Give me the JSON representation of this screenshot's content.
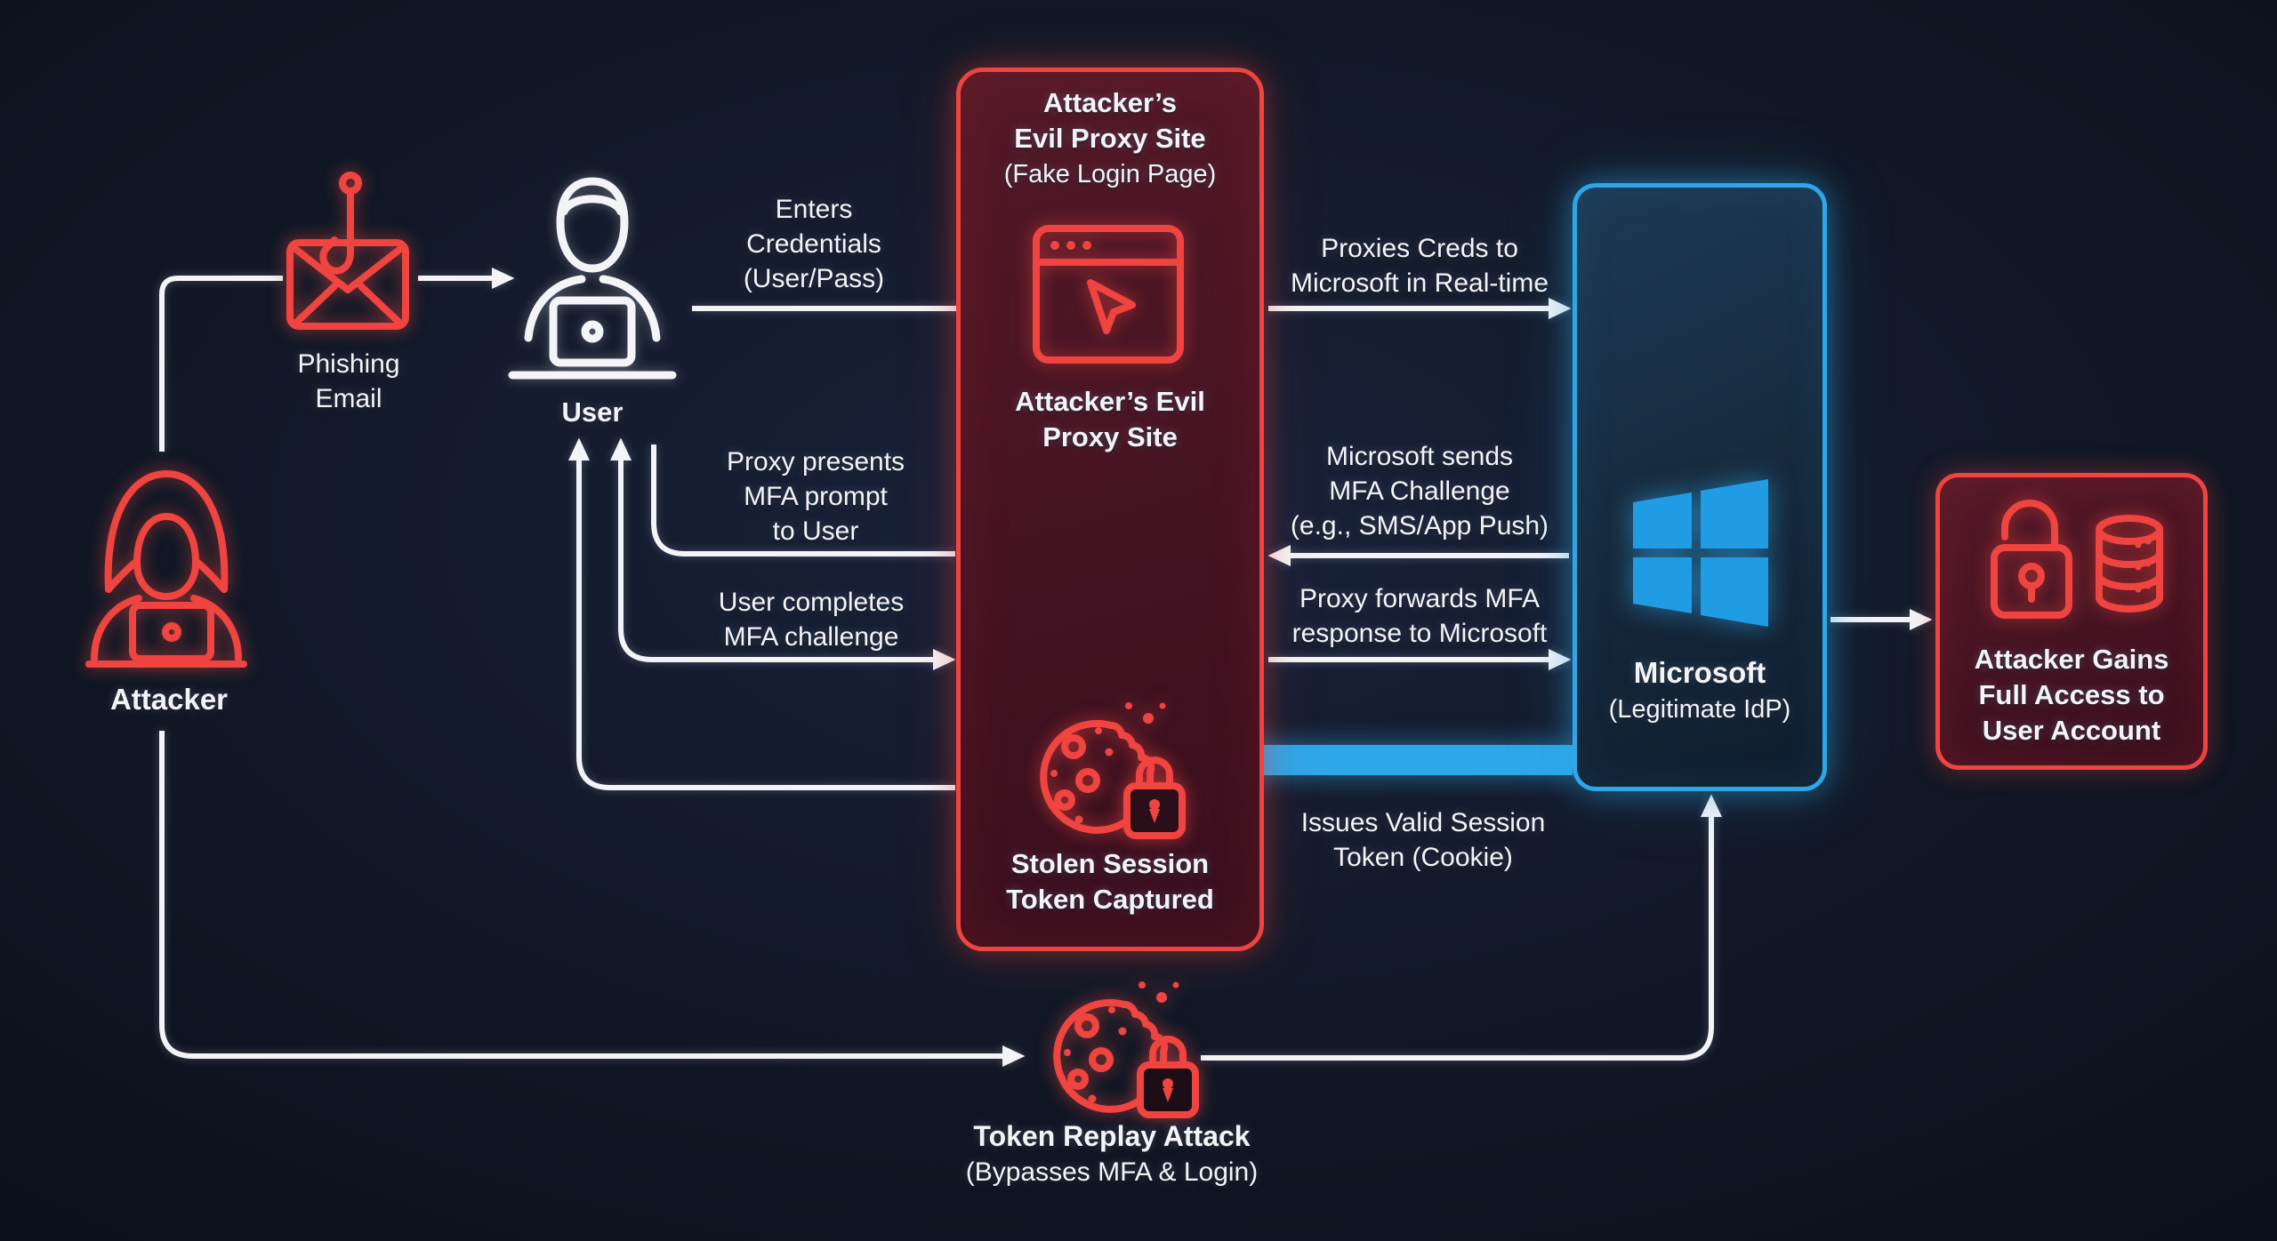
{
  "colors": {
    "bg": "#121826",
    "red": "#ef4440",
    "blue": "#2ea7e8",
    "white": "#f2f4f8",
    "win_blue": "#1f9ce4",
    "proxy_fill": "#33121f",
    "ms_fill": "#16293c"
  },
  "nodes": {
    "attacker": {
      "label": "Attacker"
    },
    "phishing_email": {
      "lines": [
        "Phishing",
        "Email"
      ]
    },
    "user": {
      "label": "User"
    },
    "evil_proxy": {
      "title_lines": [
        "Attacker’s",
        "Evil Proxy Site",
        "(Fake Login Page)"
      ],
      "site_lines": [
        "Attacker’s Evil",
        "Proxy Site"
      ],
      "token_lines": [
        "Stolen Session",
        "Token Captured"
      ]
    },
    "microsoft": {
      "name": "Microsoft",
      "subtitle": "(Legitimate IdP)"
    },
    "account_access": {
      "lines": [
        "Attacker Gains",
        "Full Access to",
        "User Account"
      ]
    },
    "token_replay": {
      "title": "Token Replay Attack",
      "subtitle": "(Bypasses MFA & Login)"
    }
  },
  "flows": {
    "enters_credentials": {
      "lines": [
        "Enters",
        "Credentials",
        "(User/Pass)"
      ]
    },
    "proxies_creds": {
      "lines": [
        "Proxies Creds to",
        "Microsoft in Real-time"
      ]
    },
    "mfa_challenge": {
      "lines": [
        "Microsoft sends",
        "MFA Challenge",
        "(e.g., SMS/App Push)"
      ]
    },
    "proxy_presents_mfa": {
      "lines": [
        "Proxy presents",
        "MFA prompt",
        "to User"
      ]
    },
    "user_completes_mfa": {
      "lines": [
        "User completes",
        "MFA challenge"
      ]
    },
    "proxy_forwards_mfa": {
      "lines": [
        "Proxy forwards MFA",
        "response to Microsoft"
      ]
    },
    "issues_token": {
      "lines": [
        "Issues Valid Session",
        "Token (Cookie)"
      ]
    }
  }
}
